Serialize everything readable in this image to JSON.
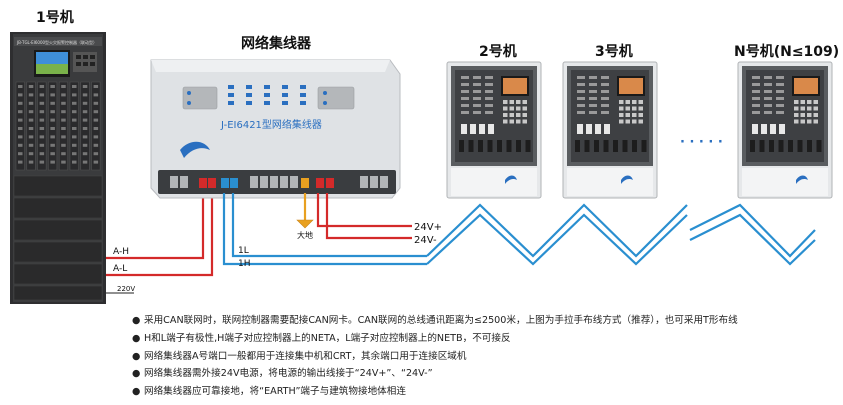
{
  "devices": {
    "cabinet": {
      "label": "1号机",
      "plate": "JB-TGL-EI6000型火灾报警控制器（联动型）"
    },
    "hub": {
      "label": "网络集线器",
      "model": "J-EI6421型网络集线器"
    },
    "panel2": {
      "label": "2号机"
    },
    "panel3": {
      "label": "3号机"
    },
    "panelN": {
      "label": "N号机(N≤109)"
    },
    "ellipsis": "· · · · ·"
  },
  "wires": {
    "a_h": "A-H",
    "a_l": "A-L",
    "v220": "220V",
    "l1": "1L",
    "h1": "1H",
    "v24p": "24V+",
    "v24m": "24V-",
    "earth": "大地"
  },
  "notes": [
    "采用CAN联网时，联网控制器需要配接CAN网卡。CAN联网的总线通讯距离为≤2500米，上图为手拉手布线方式（推荐），也可采用T形布线",
    "H和L端子有极性,H端子对应控制器上的NETA，L端子对应控制器上的NETB，不可接反",
    "网络集线器A号端口一般都用于连接集中机和CRT，其余端口用于连接区域机",
    "网络集线器需外接24V电源，将电源的输出线接于“24V+”、“24V-”",
    "网络集线器应可靠接地，将“EARTH”端子与建筑物接地体相连"
  ],
  "bullet": "●",
  "colors": {
    "red": "#d42a2a",
    "blue": "#2a8fd0",
    "metal": "#d7dadd",
    "dark": "#2b2b2b"
  }
}
